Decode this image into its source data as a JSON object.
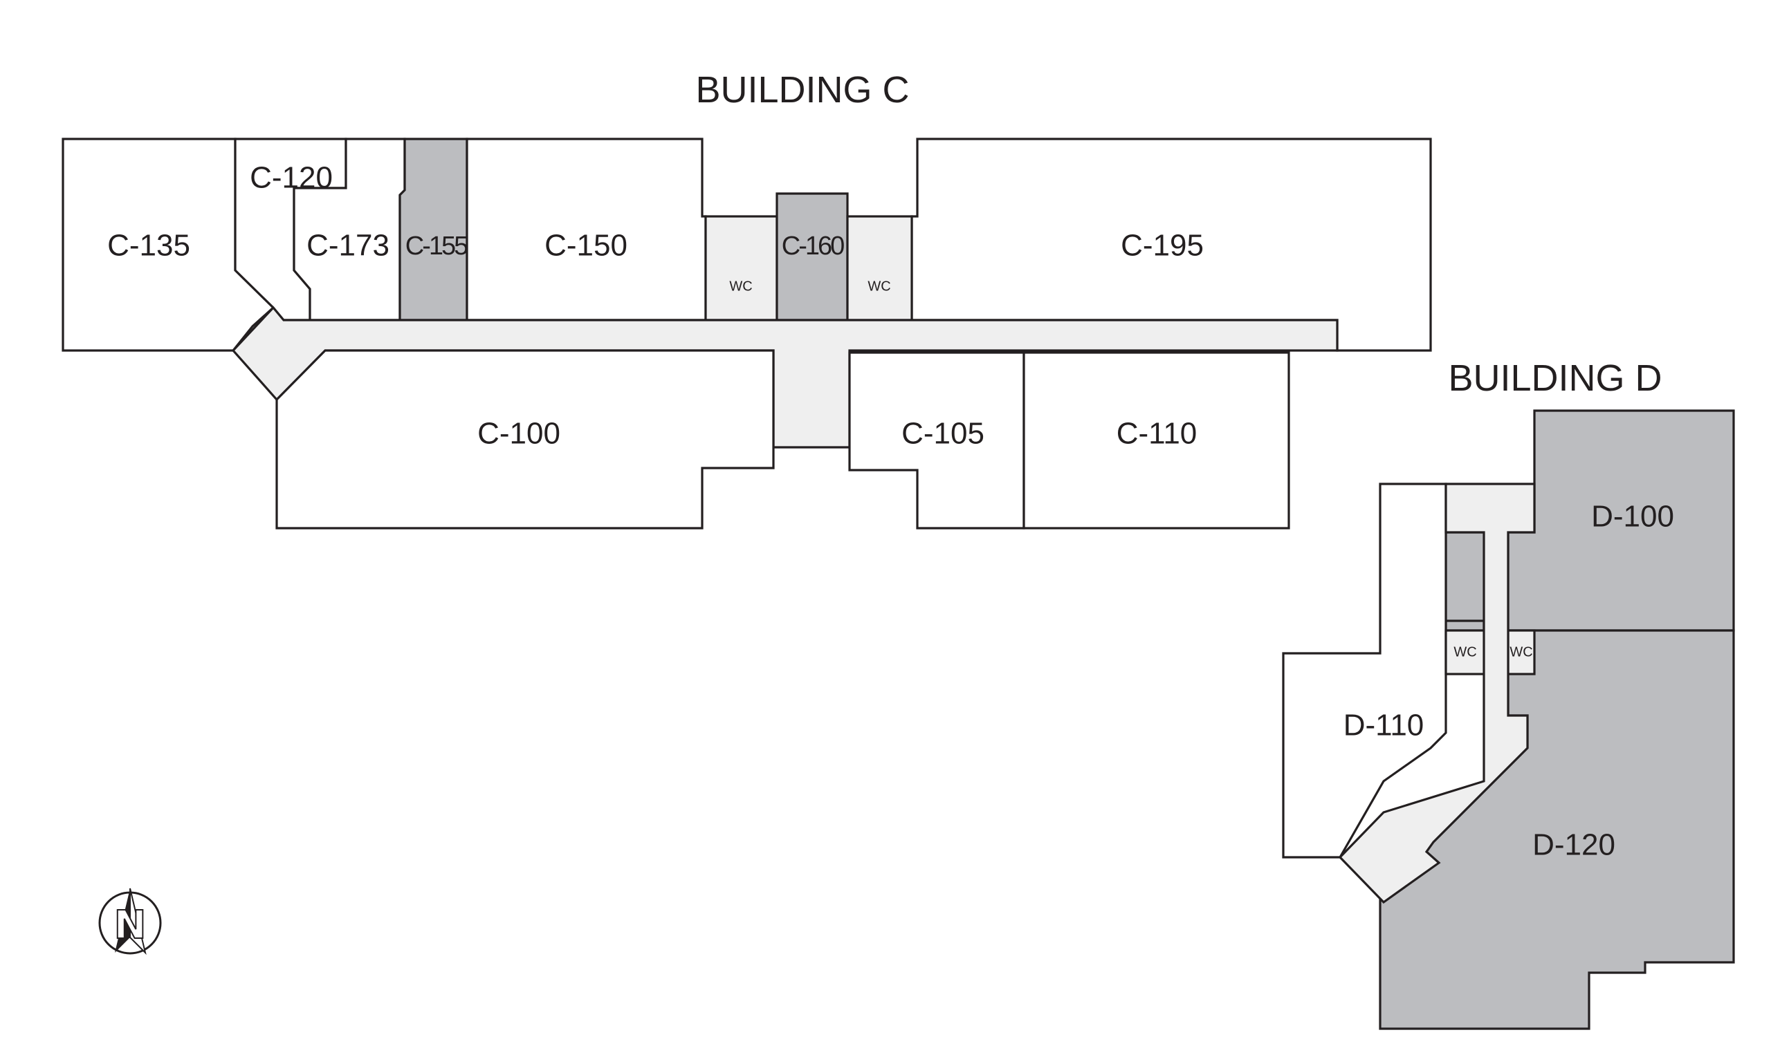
{
  "buildings": [
    {
      "id": "building-c",
      "label": "BUILDING C"
    },
    {
      "id": "building-d",
      "label": "BUILDING D"
    }
  ],
  "rooms": {
    "c135": "C-135",
    "c120": "C-120",
    "c173": "C-173",
    "c155": "C-155",
    "c150": "C-150",
    "c160": "C-160",
    "c195": "C-195",
    "c100": "C-100",
    "c105": "C-105",
    "c110": "C-110",
    "d100": "D-100",
    "d110": "D-110",
    "d120": "D-120"
  },
  "restrooms": {
    "label": "WC"
  },
  "compass": {
    "letter": "N",
    "icon": "north-arrow-icon"
  },
  "colors": {
    "room": "#ffffff",
    "highlighted_room": "#bcbdc0",
    "corridor": "#efefef",
    "outline": "#231f20"
  }
}
